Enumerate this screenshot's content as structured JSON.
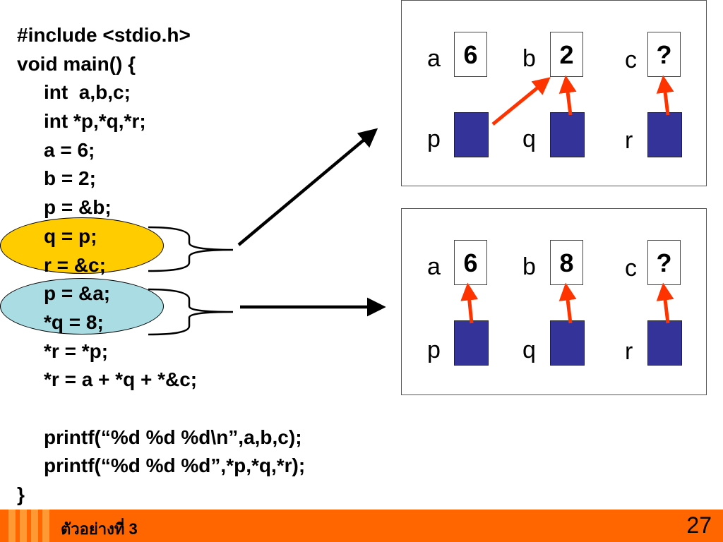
{
  "code": {
    "lines": [
      "#include <stdio.h>",
      "void main() {",
      "int  a,b,c;",
      "int *p,*q,*r;",
      "a = 6;",
      "b = 2;",
      "p = &b;",
      "q = p;",
      "r = &c;",
      "p = &a;",
      "*q = 8;",
      "*r = *p;",
      "*r = a + *q + *&c;",
      "",
      "printf(“%d %d %d\\n”,a,b,c);",
      "printf(“%d %d %d”,*p,*q,*r);",
      "}"
    ],
    "highlight_colors": {
      "first": "#ffcc00",
      "second": "#a9dde3"
    }
  },
  "panels": [
    {
      "variables": [
        {
          "name": "a",
          "value": "6"
        },
        {
          "name": "b",
          "value": "2"
        },
        {
          "name": "c",
          "value": "?"
        }
      ],
      "pointers": [
        "p",
        "q",
        "r"
      ],
      "pointer_targets": {
        "p": "b",
        "q": "b",
        "r": "c"
      }
    },
    {
      "variables": [
        {
          "name": "a",
          "value": "6"
        },
        {
          "name": "b",
          "value": "8"
        },
        {
          "name": "c",
          "value": "?"
        }
      ],
      "pointers": [
        "p",
        "q",
        "r"
      ],
      "pointer_targets": {
        "p": "a",
        "q": "b",
        "r": "c"
      }
    }
  ],
  "colors": {
    "pointer_box": "#333399",
    "pointer_arrow": "#ff3300",
    "footer_bg": "#ff6600",
    "footer_stripe": "#ff9933"
  },
  "footer": {
    "title": "ตัวอย่างที่ 3",
    "page_number": "27"
  }
}
